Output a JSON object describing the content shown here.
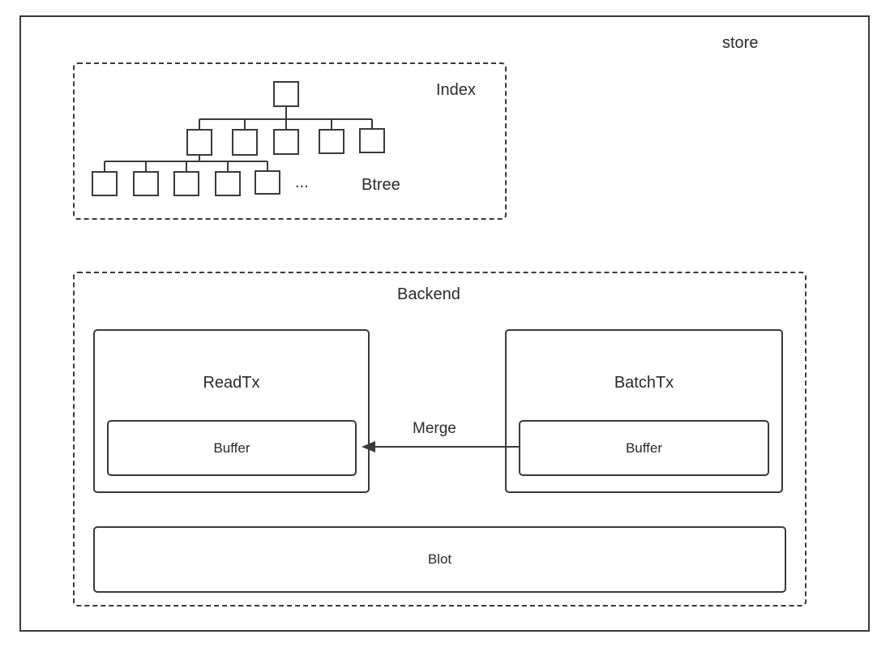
{
  "store": {
    "label": "store"
  },
  "index": {
    "label": "Index",
    "btree_label": "Btree",
    "ellipsis": "..."
  },
  "backend": {
    "label": "Backend",
    "readtx": {
      "label": "ReadTx",
      "buffer_label": "Buffer"
    },
    "batchtx": {
      "label": "BatchTx",
      "buffer_label": "Buffer"
    },
    "merge_label": "Merge",
    "blot_label": "Blot"
  },
  "colors": {
    "stroke": "#3a3a3a",
    "text": "#2b2b2b",
    "background": "#ffffff"
  }
}
